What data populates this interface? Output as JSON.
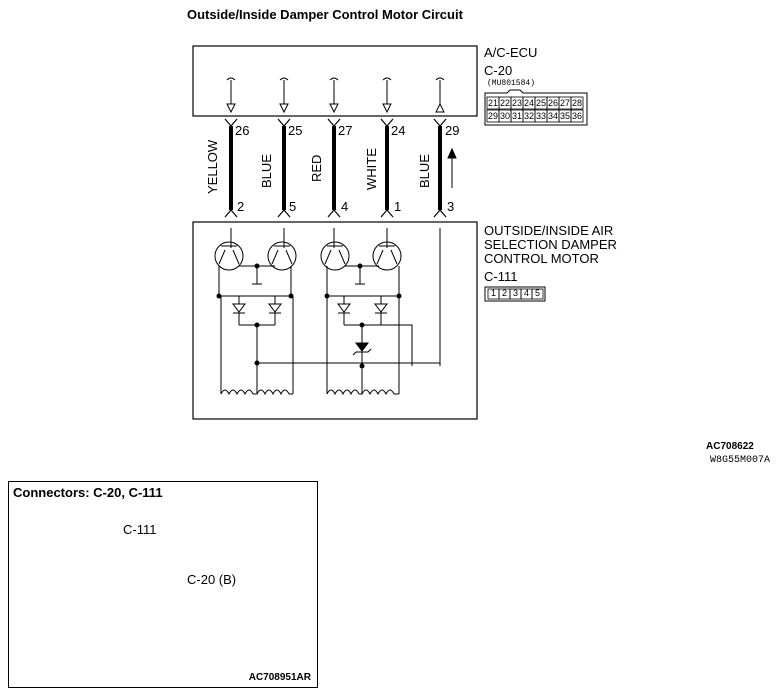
{
  "title": "Outside/Inside Damper Control Motor Circuit",
  "ecu": {
    "name": "A/C-ECU",
    "connector": "C-20",
    "part_no": "(MU801584)",
    "pins_row1": [
      "21",
      "22",
      "23",
      "24",
      "25",
      "26",
      "27",
      "28"
    ],
    "pins_row2": [
      "29",
      "30",
      "31",
      "32",
      "33",
      "34",
      "35",
      "36"
    ]
  },
  "motor": {
    "name_lines": [
      "OUTSIDE/INSIDE AIR",
      "SELECTION DAMPER",
      "CONTROL MOTOR"
    ],
    "connector": "C-111",
    "pins": [
      "1",
      "2",
      "3",
      "4",
      "5"
    ]
  },
  "wires": [
    {
      "ecu_pin": "26",
      "color": "YELLOW",
      "motor_pin": "2"
    },
    {
      "ecu_pin": "25",
      "color": "BLUE",
      "motor_pin": "5"
    },
    {
      "ecu_pin": "27",
      "color": "RED",
      "motor_pin": "4"
    },
    {
      "ecu_pin": "24",
      "color": "WHITE",
      "motor_pin": "1"
    },
    {
      "ecu_pin": "29",
      "color": "BLUE",
      "motor_pin": "3"
    }
  ],
  "figure_codes": {
    "main": "AC708622",
    "sub": "W8G55M007A"
  },
  "connectors_panel": {
    "title": "Connectors: C-20, C-111",
    "callout_c111": "C-111",
    "callout_c20": "C-20 (B)",
    "code": "AC708951AR"
  }
}
